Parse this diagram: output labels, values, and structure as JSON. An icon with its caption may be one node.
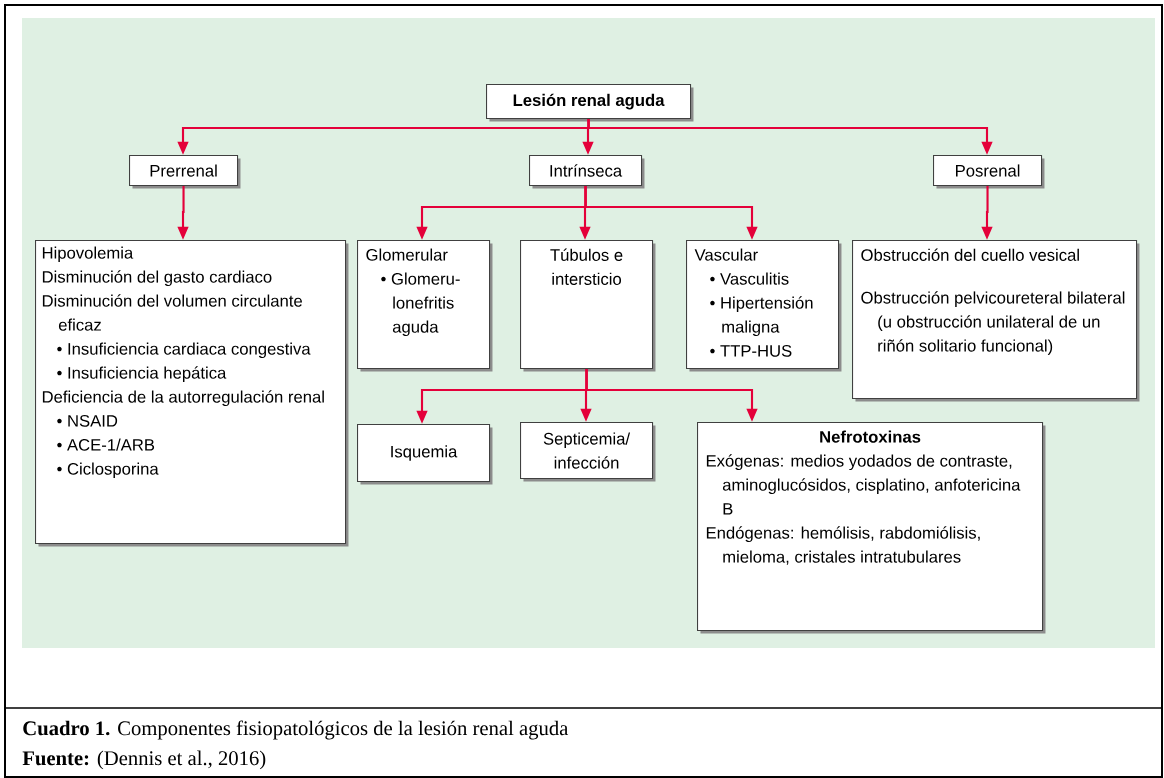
{
  "diagram": {
    "caption": "**Cuadro 1.** Componentes fisiopatológicos de la lesión renal aguda",
    "nodes": [
      {
        "text": [
          "Lesión renal aguda"
        ]
      },
      {
        "text": [
          "Prerrenal"
        ]
      },
      {
        "text": [
          "Intrínseca"
        ]
      },
      {
        "text": [
          "Posrenal"
        ]
      },
      {
        "text": [
          "Hipovolemia",
          "Disminución del gasto cardiaco",
          "Disminución del volumen circulante eficaz",
          "• Insuficiencia cardiaca congestiva",
          "• Insuficiencia hepática",
          "Deficiencia de la autorregulación renal",
          "• NSAID",
          "• ACE-1/ARB",
          "• Ciclosporina"
        ]
      },
      {
        "text": [
          "Glomerular",
          "• Glomeru-lonefritis aguda"
        ]
      },
      {
        "text": [
          "Túbulos e intersticio"
        ]
      },
      {
        "text": [
          "Vascular",
          "• Vasculitis",
          "• Hipertensión maligna",
          "• TTP-HUS"
        ]
      },
      {
        "text": [
          "Obstrucción del cuello vesical",
          "Obstrucción pelvicoureteral bilateral (u obstrucción unilateral de un riñón solitario funcional)"
        ]
      },
      {
        "text": [
          "Isquemia"
        ]
      },
      {
        "text": [
          "Septicemia/ infección"
        ]
      },
      {
        "text": [
          "Nefrotoxinas",
          "Exógenas: medios yodados de contraste, aminoglucósidos, cisplatino, anfotericina B",
          "Endógenas: hemólisis, rabdomiólisis, mieloma, cristales intratubulares"
        ]
      }
    ],
    "edges": [
      {
        "from": 0,
        "to": 1,
        "arrow": "to"
      },
      {
        "from": 0,
        "to": 2,
        "arrow": "to"
      },
      {
        "from": 0,
        "to": 3,
        "arrow": "to"
      },
      {
        "from": 1,
        "to": 4,
        "arrow": "to"
      },
      {
        "from": 2,
        "to": 5,
        "arrow": "to"
      },
      {
        "from": 2,
        "to": 6,
        "arrow": "to"
      },
      {
        "from": 2,
        "to": 7,
        "arrow": "to"
      },
      {
        "from": 3,
        "to": 8,
        "arrow": "to"
      },
      {
        "from": 6,
        "to": 9,
        "arrow": "to"
      },
      {
        "from": 6,
        "to": 10,
        "arrow": "to"
      },
      {
        "from": 6,
        "to": 11,
        "arrow": "to"
      }
    ],
    "labels": [
      "**Fuente:** (Dennis et al., 2016)"
    ]
  }
}
